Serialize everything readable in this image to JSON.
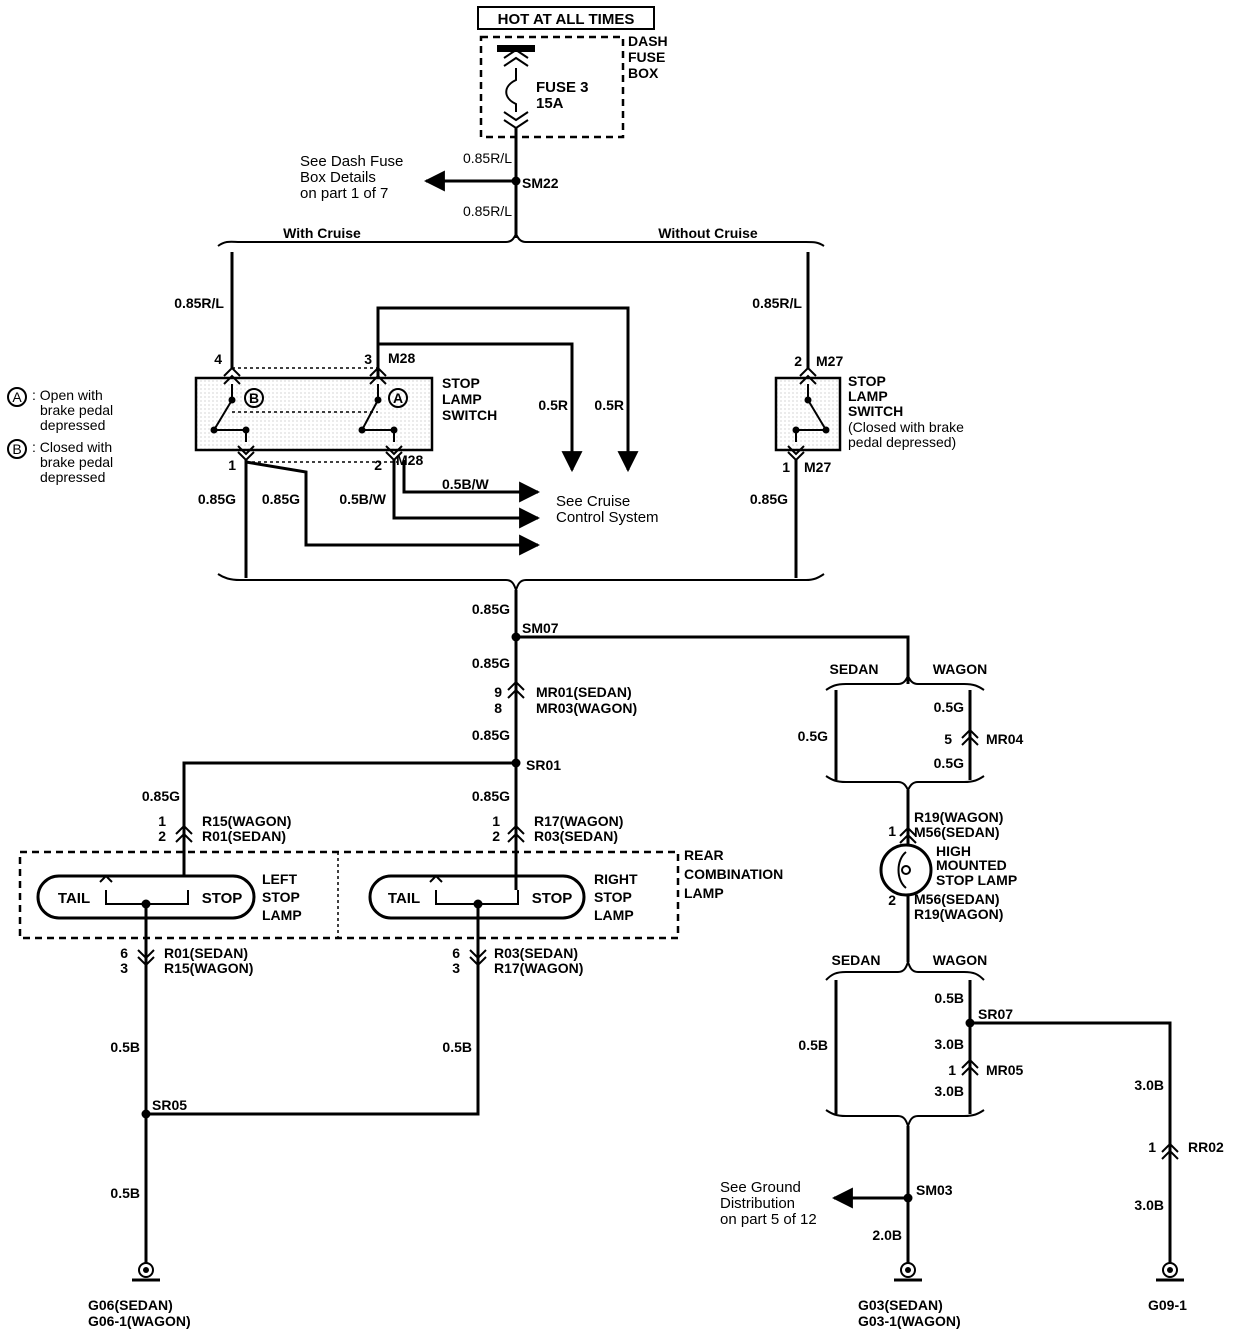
{
  "power": {
    "hot_label": "HOT AT ALL TIMES",
    "dash_fuse_box": [
      "DASH",
      "FUSE",
      "BOX"
    ],
    "fuse_name": "FUSE 3",
    "fuse_rating": "15A",
    "see_dash_fuse": [
      "See Dash Fuse",
      "Box Details",
      "on part 1 of 7"
    ]
  },
  "branch_top": {
    "with_cruise": "With Cruise",
    "without_cruise": "Without Cruise"
  },
  "switch_legend": {
    "a_symbol": "A",
    "a_text": [
      ": Open with",
      "brake pedal",
      "depressed"
    ],
    "b_symbol": "B",
    "b_text": [
      ": Closed with",
      "brake pedal",
      "depressed"
    ]
  },
  "stop_lamp_switch_cruise": {
    "title": [
      "STOP",
      "LAMP",
      "SWITCH"
    ],
    "pin4": "4",
    "pin3": "3",
    "pin1": "1",
    "pin2": "2",
    "conn_top": "M28",
    "conn_bottom": "M28"
  },
  "stop_lamp_switch_nocruise": {
    "title": [
      "STOP",
      "LAMP",
      "SWITCH"
    ],
    "note": [
      "(Closed with brake",
      "pedal depressed)"
    ],
    "pin_top": "2",
    "pin_bottom": "1",
    "conn_top": "M27",
    "conn_bottom": "M27"
  },
  "cruise_ref": [
    "See Cruise",
    "Control System"
  ],
  "wires": {
    "r_l": "0.85R/L",
    "r05": "0.5R",
    "g085": "0.85G",
    "bw05": "0.5B/W",
    "g05": "0.5G",
    "b05": "0.5B",
    "b30": "3.0B",
    "b20": "2.0B"
  },
  "splices": {
    "sm22": "SM22",
    "sm07": "SM07",
    "sr01": "SR01",
    "sr05": "SR05",
    "sr07": "SR07",
    "sm03": "SM03"
  },
  "connectors": {
    "mr_pins": [
      "9",
      "8"
    ],
    "mr_names": [
      "MR01(SEDAN)",
      "MR03(WAGON)"
    ],
    "left_top_pins": [
      "1",
      "2"
    ],
    "left_top_names": [
      "R15(WAGON)",
      "R01(SEDAN)"
    ],
    "right_top_pins": [
      "1",
      "2"
    ],
    "right_top_names": [
      "R17(WAGON)",
      "R03(SEDAN)"
    ],
    "left_bot_pins": [
      "6",
      "3"
    ],
    "left_bot_names": [
      "R01(SEDAN)",
      "R15(WAGON)"
    ],
    "right_bot_pins": [
      "6",
      "3"
    ],
    "right_bot_names": [
      "R03(SEDAN)",
      "R17(WAGON)"
    ],
    "mr04_pin": "5",
    "mr04": "MR04",
    "hm_top_pin": "1",
    "hm_top_names": [
      "R19(WAGON)",
      "M56(SEDAN)"
    ],
    "hm_bot_pin": "2",
    "hm_bot_names": [
      "M56(SEDAN)",
      "R19(WAGON)"
    ],
    "mr05_pin": "1",
    "mr05": "MR05",
    "rr02_pin": "1",
    "rr02": "RR02"
  },
  "variants": {
    "sedan": "SEDAN",
    "wagon": "WAGON"
  },
  "rear_combination": [
    "REAR",
    "COMBINATION",
    "LAMP"
  ],
  "lamps": {
    "tail": "TAIL",
    "stop": "STOP",
    "left_label": [
      "LEFT",
      "STOP",
      "LAMP"
    ],
    "right_label": [
      "RIGHT",
      "STOP",
      "LAMP"
    ],
    "high_mount": [
      "HIGH",
      "MOUNTED",
      "STOP LAMP"
    ]
  },
  "ground_ref": [
    "See Ground",
    "Distribution",
    "on part 5 of 12"
  ],
  "grounds": {
    "left": [
      "G06(SEDAN)",
      "G06-1(WAGON)"
    ],
    "center": [
      "G03(SEDAN)",
      "G03-1(WAGON)"
    ],
    "right": "G09-1"
  }
}
